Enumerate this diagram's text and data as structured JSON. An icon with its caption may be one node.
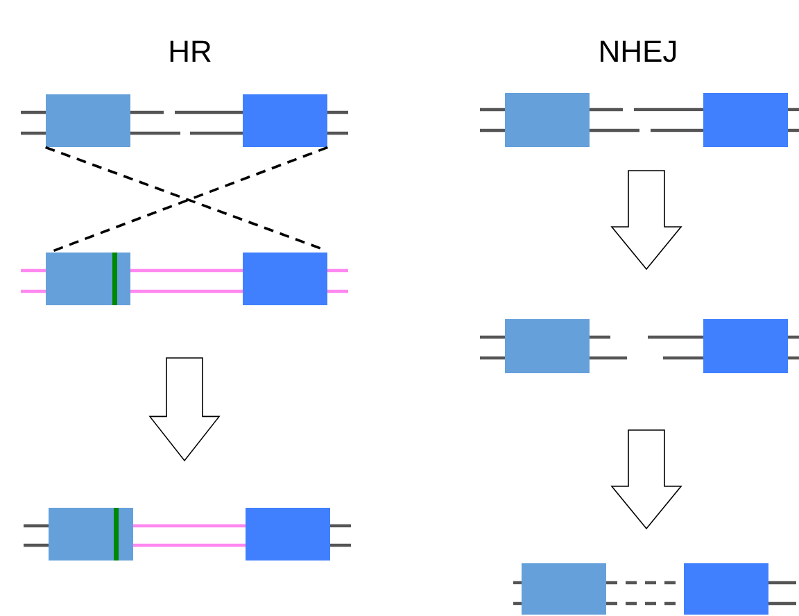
{
  "diagram": {
    "nodes": [
      {
        "text": [],
        "shape": "box"
      },
      {
        "text": [],
        "shape": "box"
      },
      {
        "text": [],
        "shape": "box"
      },
      {
        "text": [],
        "shape": "box"
      },
      {
        "text": [],
        "shape": "box"
      },
      {
        "text": [],
        "shape": "box"
      },
      {
        "text": [],
        "shape": "box"
      },
      {
        "text": [],
        "shape": "box"
      },
      {
        "text": [],
        "shape": "box"
      },
      {
        "text": [],
        "shape": "box"
      },
      {
        "text": [],
        "shape": "box"
      },
      {
        "text": [],
        "shape": "box"
      }
    ],
    "edges": [
      {
        "from": 0,
        "to": 3,
        "arrow": "none",
        "style": "dashed"
      },
      {
        "from": 1,
        "to": 2,
        "arrow": "none",
        "style": "dashed"
      }
    ],
    "labels": [
      "HR",
      "NHEJ"
    ]
  }
}
